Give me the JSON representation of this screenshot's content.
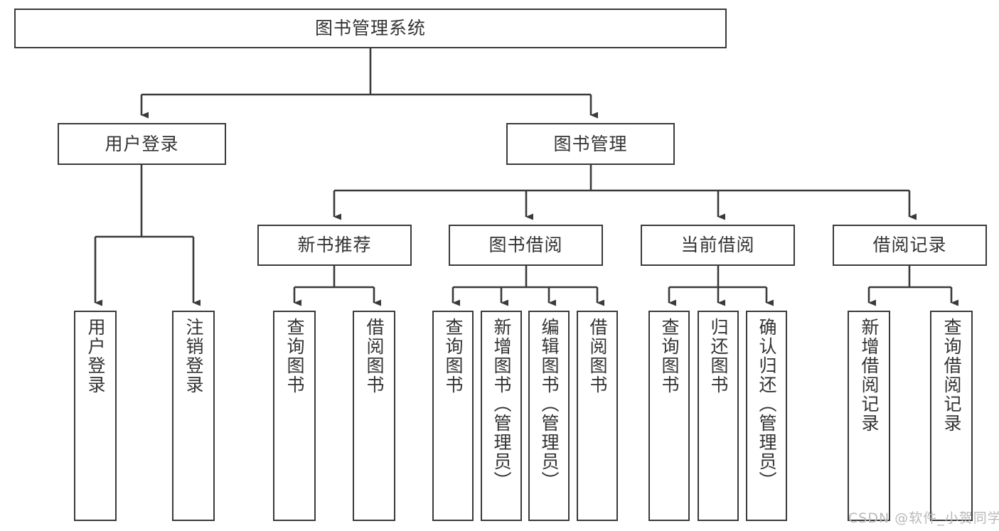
{
  "diagram": {
    "title": "图书管理系统",
    "type": "tree-hierarchy-chart",
    "root": {
      "id": "root",
      "label": "图书管理系统"
    },
    "level1": [
      {
        "id": "user-login",
        "label": "用户登录"
      },
      {
        "id": "book-manage",
        "label": "图书管理"
      }
    ],
    "level2": [
      {
        "id": "new-book-rec",
        "label": "新书推荐",
        "parent": "book-manage"
      },
      {
        "id": "book-borrow",
        "label": "图书借阅",
        "parent": "book-manage"
      },
      {
        "id": "current-borrow",
        "label": "当前借阅",
        "parent": "book-manage"
      },
      {
        "id": "borrow-record",
        "label": "借阅记录",
        "parent": "book-manage"
      }
    ],
    "leaves": {
      "user_login": [
        {
          "id": "leaf-user-login",
          "label": "用户登录"
        },
        {
          "id": "leaf-user-logout",
          "label": "注销登录"
        }
      ],
      "new_book_rec": [
        {
          "id": "leaf-query-book-1",
          "label": "查询图书"
        },
        {
          "id": "leaf-borrow-book-1",
          "label": "借阅图书"
        }
      ],
      "book_borrow": [
        {
          "id": "leaf-query-book-2",
          "label": "查询图书"
        },
        {
          "id": "leaf-add-book",
          "label": "新增图书（管理员）"
        },
        {
          "id": "leaf-edit-book",
          "label": "编辑图书（管理员）"
        },
        {
          "id": "leaf-borrow-book-2",
          "label": "借阅图书"
        }
      ],
      "current_borrow": [
        {
          "id": "leaf-query-book-3",
          "label": "查询图书"
        },
        {
          "id": "leaf-return-book",
          "label": "归还图书"
        },
        {
          "id": "leaf-confirm-return",
          "label": "确认归还（管理员）"
        }
      ],
      "borrow_record": [
        {
          "id": "leaf-add-record",
          "label": "新增借阅记录"
        },
        {
          "id": "leaf-query-record",
          "label": "查询借阅记录"
        }
      ]
    }
  },
  "watermark": {
    "text": "CSDN @软件_小贺同学"
  },
  "colors": {
    "box_border": "#3a3a3a",
    "box_fill": "#ffffff",
    "text": "#333333",
    "connector": "#3a3a3a",
    "watermark": "#b9b9b9",
    "background": "#ffffff"
  }
}
